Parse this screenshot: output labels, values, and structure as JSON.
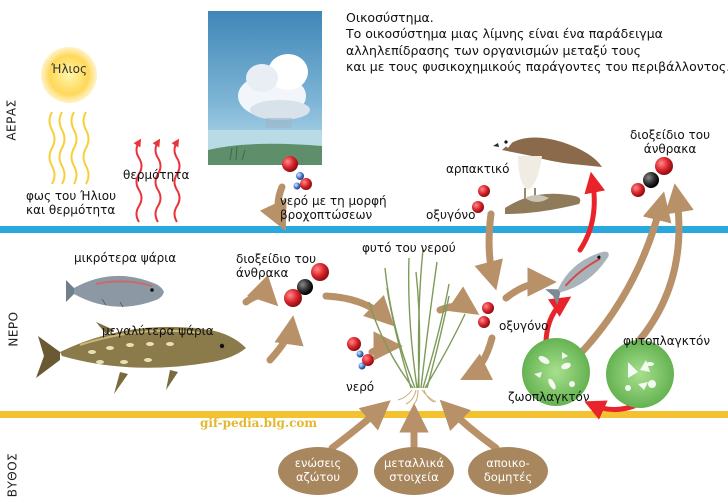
{
  "title": {
    "line1": "Οικοσύστημα.",
    "line2": "Το οικοσύστημα μιας λίμνης είναι ένα παράδειγμα",
    "line3": "αλληλεπίδρασης των οργανισμών μεταξύ τους",
    "line4": "και με τους φυσικοχημικούς παράγοντες του περιβάλλοντος."
  },
  "zones": {
    "air": "ΑΕΡΑΣ",
    "water": "ΝΕΡΟ",
    "bottom": "ΒΥΘΟΣ"
  },
  "sun": "Ήλιος",
  "labels": {
    "sunlight_1": "φως του Ήλιου",
    "sunlight_2": "και θερμότητα",
    "heat": "θερμότητα",
    "rain_1": "νερό με τη μορφή",
    "rain_2": "βροχοπτώσεων",
    "raptor": "αρπακτικό",
    "oxygen_air": "οξυγόνο",
    "co2_air_1": "διοξείδιο του",
    "co2_air_2": "άνθρακα",
    "small_fish": "μικρότερα ψάρια",
    "big_fish": "μεγαλύτερα ψάρια",
    "co2_water_1": "διοξείδιο του",
    "co2_water_2": "άνθρακα",
    "water_plant": "φυτό του νερού",
    "oxygen_water": "οξυγόνο",
    "water": "νερό",
    "zooplankton": "ζωοπλαγκτόν",
    "phytoplankton": "φυτοπλαγκτόν"
  },
  "sources": {
    "nitrogen_1": "ενώσεις",
    "nitrogen_2": "αζώτου",
    "minerals_1": "μεταλλικά",
    "minerals_2": "στοιχεία",
    "decomposers_1": "αποικο-",
    "decomposers_2": "δομητές"
  },
  "watermark": "gif-pedia.blg.com",
  "colors": {
    "water_line": "#29a8e0",
    "bottom_line": "#f2c230",
    "arrow_brown": "#b89169",
    "arrow_red": "#e8242a",
    "source_oval": "#a8875f",
    "plankton_green": "#7dc46a",
    "sun": "#ffd85a"
  }
}
